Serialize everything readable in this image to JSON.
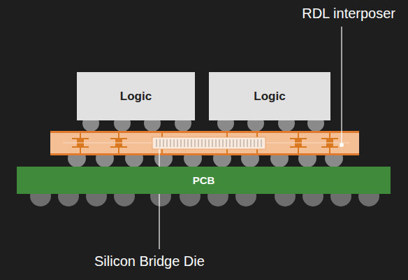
{
  "diagram": {
    "nodes": [
      {
        "text": [
          "Logic"
        ]
      },
      {
        "text": [
          "Logic"
        ]
      },
      {
        "text": [
          "PCB"
        ]
      }
    ],
    "labels": [
      "RDL interposer",
      "Silicon Bridge Die"
    ]
  }
}
